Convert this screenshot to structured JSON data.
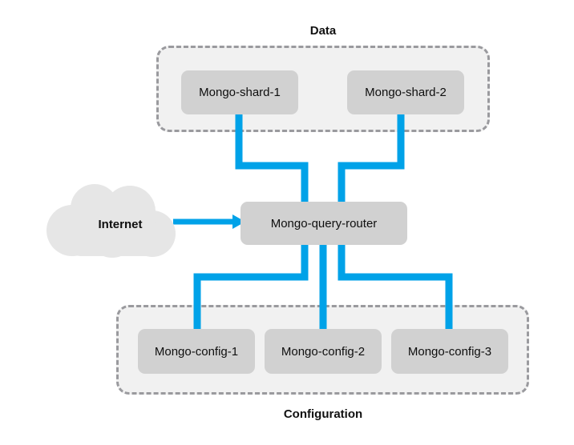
{
  "diagram": {
    "title_visible": false,
    "colors": {
      "connector_blue": "#00A2E8",
      "node_fill": "#D1D1D1",
      "group_fill": "#F1F1F1",
      "group_border": "#9A9A9E",
      "cloud_fill": "#E6E6E6",
      "background": "#FFFFFF",
      "text": "#0F0F0F"
    },
    "groups": [
      {
        "id": "data",
        "label": "Data",
        "label_position": "top"
      },
      {
        "id": "configuration",
        "label": "Configuration",
        "label_position": "bottom"
      }
    ],
    "nodes": [
      {
        "id": "shard-1",
        "label": "Mongo-shard-1",
        "group": "data"
      },
      {
        "id": "shard-2",
        "label": "Mongo-shard-2",
        "group": "data"
      },
      {
        "id": "router",
        "label": "Mongo-query-router",
        "group": "none"
      },
      {
        "id": "config-1",
        "label": "Mongo-config-1",
        "group": "configuration"
      },
      {
        "id": "config-2",
        "label": "Mongo-config-2",
        "group": "configuration"
      },
      {
        "id": "config-3",
        "label": "Mongo-config-3",
        "group": "configuration"
      },
      {
        "id": "internet",
        "label": "Internet",
        "shape": "cloud"
      }
    ],
    "connections": [
      {
        "from": "internet",
        "to": "router",
        "arrow": true
      },
      {
        "from": "shard-1",
        "to": "router",
        "arrow": false
      },
      {
        "from": "shard-2",
        "to": "router",
        "arrow": false
      },
      {
        "from": "router",
        "to": "config-1",
        "arrow": false
      },
      {
        "from": "router",
        "to": "config-2",
        "arrow": false
      },
      {
        "from": "router",
        "to": "config-3",
        "arrow": false
      }
    ]
  }
}
